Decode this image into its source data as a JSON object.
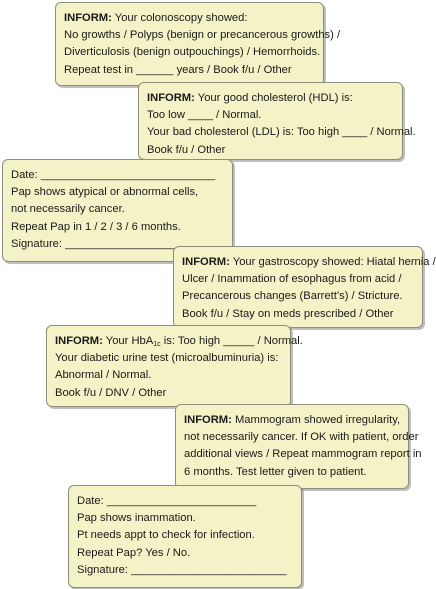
{
  "notes": [
    {
      "heading": "INFORM:",
      "lines": [
        " Your colonoscopy showed:",
        "No growths / Polyps (benign or precancerous growths) /",
        "Diverticulosis (benign outpouchings) / Hemorrhoids.",
        "Repeat test in ______ years / Book f/u / Other"
      ]
    },
    {
      "heading": "INFORM:",
      "lines": [
        " Your good cholesterol (HDL) is:",
        "Too low ____ / Normal.",
        "Your bad cholesterol (LDL) is: Too high ____ / Normal.",
        "Book f/u / Other"
      ]
    },
    {
      "lines": [
        "Date: ____________________________",
        "Pap shows atypical or abnormal cells,",
        "not necessarily cancer.",
        "Repeat Pap in 1 / 2 / 3 / 6 months.",
        "Signature: _________________________"
      ]
    },
    {
      "heading": "INFORM:",
      "lines": [
        " Your gastroscopy showed: Hiatal hernia /",
        "Ulcer / Inammation of esophagus from acid /",
        "Precancerous changes (Barrett’s) / Stricture.",
        "Book f/u / Stay on meds prescribed / Other"
      ]
    },
    {
      "heading": "INFORM:",
      "line1_pre": " Your HbA",
      "line1_sub": "1c",
      "line1_post": " is: Too high _____ / Normal.",
      "lines": [
        "Your diabetic urine test (microalbuminuria) is:",
        "Abnormal / Normal.",
        "Book f/u / DNV / Other"
      ]
    },
    {
      "heading": "INFORM:",
      "lines": [
        " Mammogram showed irregularity,",
        "not necessarily cancer. If OK with patient, order",
        "additional views / Repeat mammogram report in",
        "6 months. Test letter given to patient."
      ]
    },
    {
      "lines": [
        "Date: ________________________",
        "Pap shows inammation.",
        "Pt needs appt to check for infection.",
        "Repeat Pap? Yes / No.",
        "Signature: _________________________"
      ]
    }
  ]
}
